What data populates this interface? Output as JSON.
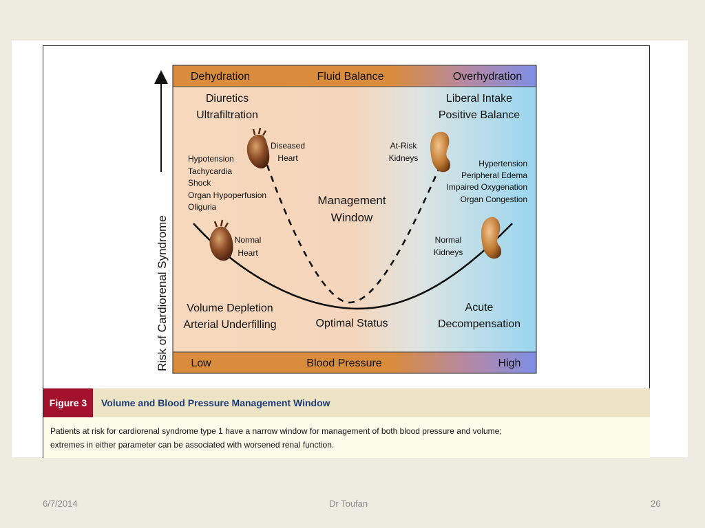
{
  "diagram": {
    "y_axis_label": "Risk of Cardiorenal Syndrome",
    "top_bar": {
      "left": "Dehydration",
      "center": "Fluid Balance",
      "right": "Overhydration"
    },
    "bottom_bar": {
      "left": "Low",
      "center": "Blood Pressure",
      "right": "High"
    },
    "top_left": [
      "Diuretics",
      "Ultrafiltration"
    ],
    "top_right": [
      "Liberal Intake",
      "Positive Balance"
    ],
    "left_symptoms": [
      "Hypotension",
      "Tachycardia",
      "Shock",
      "Organ Hypoperfusion",
      "Oliguria"
    ],
    "right_symptoms": [
      "Hypertension",
      "Peripheral Edema",
      "Impaired Oxygenation",
      "Organ Congestion"
    ],
    "diseased_heart": [
      "Diseased",
      "Heart"
    ],
    "normal_heart": [
      "Normal",
      "Heart"
    ],
    "at_risk_kidneys": [
      "At-Risk",
      "Kidneys"
    ],
    "normal_kidneys": [
      "Normal",
      "Kidneys"
    ],
    "management_window": [
      "Management",
      "Window"
    ],
    "bottom_left": [
      "Volume Depletion",
      "Arterial Underfilling"
    ],
    "bottom_center": "Optimal Status",
    "bottom_right": [
      "Acute",
      "Decompensation"
    ],
    "colors": {
      "orange": "#d98c3c",
      "peach": "#f7d8bd",
      "blue": "#9fd8ef",
      "periwinkle": "#7f8fe6"
    }
  },
  "caption": {
    "figure_label": "Figure 3",
    "title": "Volume and Blood Pressure Management Window",
    "lines": [
      "Patients at risk for cardiorenal syndrome type 1 have a narrow window for management of both blood pressure and volume;",
      "extremes in either parameter can be associated with worsened renal function."
    ]
  },
  "footer": {
    "date": "6/7/2014",
    "author": "Dr Toufan",
    "page": "26"
  }
}
